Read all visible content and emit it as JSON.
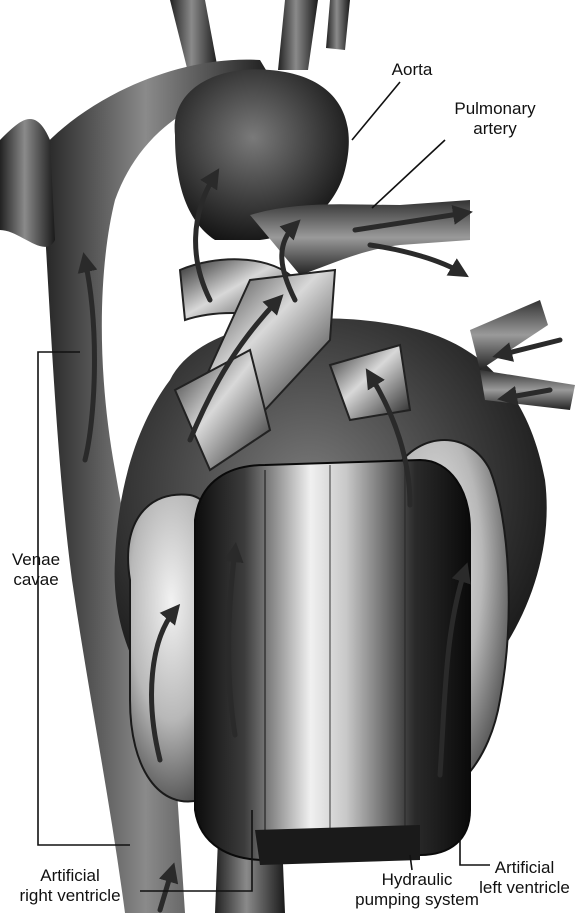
{
  "labels": {
    "aorta": "Aorta",
    "pulmonary_artery": [
      "Pulmonary",
      "artery"
    ],
    "venae_cavae": [
      "Venae",
      "cavae"
    ],
    "artificial_left_ventricle": [
      "Artificial",
      "left ventricle"
    ],
    "artificial_right_ventricle": [
      "Artificial",
      "right ventricle"
    ],
    "hydraulic_pumping_system": [
      "Hydraulic",
      "pumping system"
    ]
  }
}
